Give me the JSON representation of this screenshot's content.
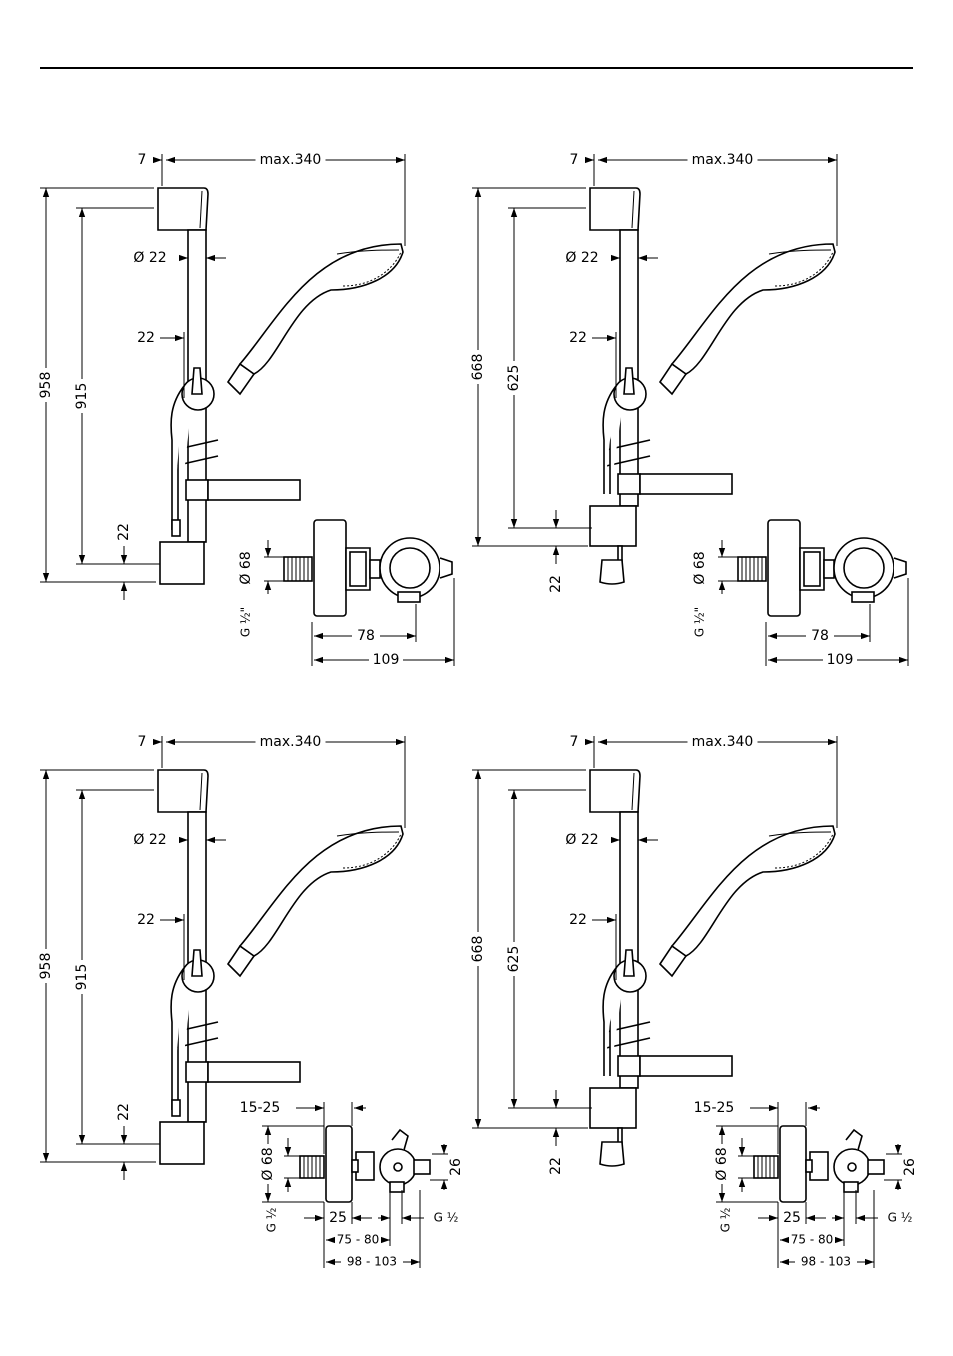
{
  "drawings": [
    {
      "id": "top-left",
      "dims": {
        "offset": "7",
        "reach": "max.340",
        "dia_bar": "Ø 22",
        "holder_offset": "22",
        "total_height": "958",
        "bracket_distance": "915",
        "bottom_offset": "22"
      },
      "valve": {
        "type": "elbow",
        "dia": "Ø 68",
        "thread": "G ½\"",
        "d1": "78",
        "d2": "109"
      }
    },
    {
      "id": "top-right",
      "dims": {
        "offset": "7",
        "reach": "max.340",
        "dia_bar": "Ø 22",
        "holder_offset": "22",
        "total_height": "668",
        "bracket_distance": "625",
        "bottom_offset": "22"
      },
      "valve": {
        "type": "elbow",
        "dia": "Ø 68",
        "thread": "G ½\"",
        "d1": "78",
        "d2": "109"
      }
    },
    {
      "id": "bottom-left",
      "dims": {
        "offset": "7",
        "reach": "max.340",
        "dia_bar": "Ø 22",
        "holder_offset": "22",
        "total_height": "958",
        "bracket_distance": "915",
        "bottom_offset": "22"
      },
      "valve": {
        "type": "stop",
        "dia": "Ø 68",
        "thread_in": "G ½",
        "thread_out": "G ½",
        "depth": "15-25",
        "d1": "25",
        "d2": "75 - 80",
        "d3": "98 - 103",
        "height": "26"
      }
    },
    {
      "id": "bottom-right",
      "dims": {
        "offset": "7",
        "reach": "max.340",
        "dia_bar": "Ø 22",
        "holder_offset": "22",
        "total_height": "668",
        "bracket_distance": "625",
        "bottom_offset": "22"
      },
      "valve": {
        "type": "stop",
        "dia": "Ø 68",
        "thread_in": "G ½",
        "thread_out": "G ½",
        "depth": "15-25",
        "d1": "25",
        "d2": "75 - 80",
        "d3": "98 - 103",
        "height": "26"
      }
    }
  ]
}
